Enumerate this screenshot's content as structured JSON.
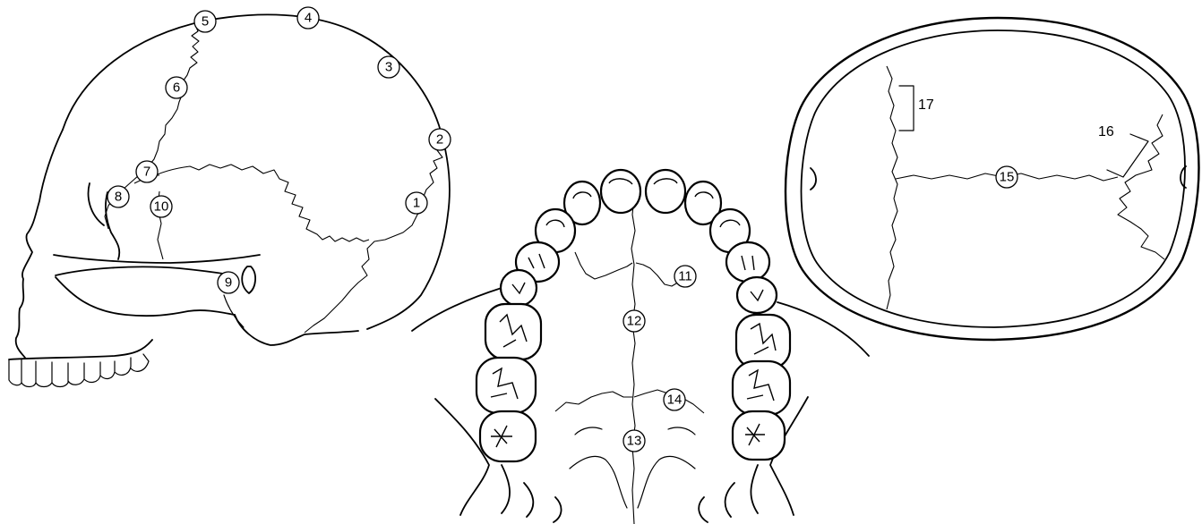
{
  "markers": {
    "m1": "1",
    "m2": "2",
    "m3": "3",
    "m4": "4",
    "m5": "5",
    "m6": "6",
    "m7": "7",
    "m8": "8",
    "m9": "9",
    "m10": "10",
    "m11": "11",
    "m12": "12",
    "m13": "13",
    "m14": "14",
    "m15": "15"
  },
  "labels": {
    "l16": "16",
    "l17": "17"
  }
}
